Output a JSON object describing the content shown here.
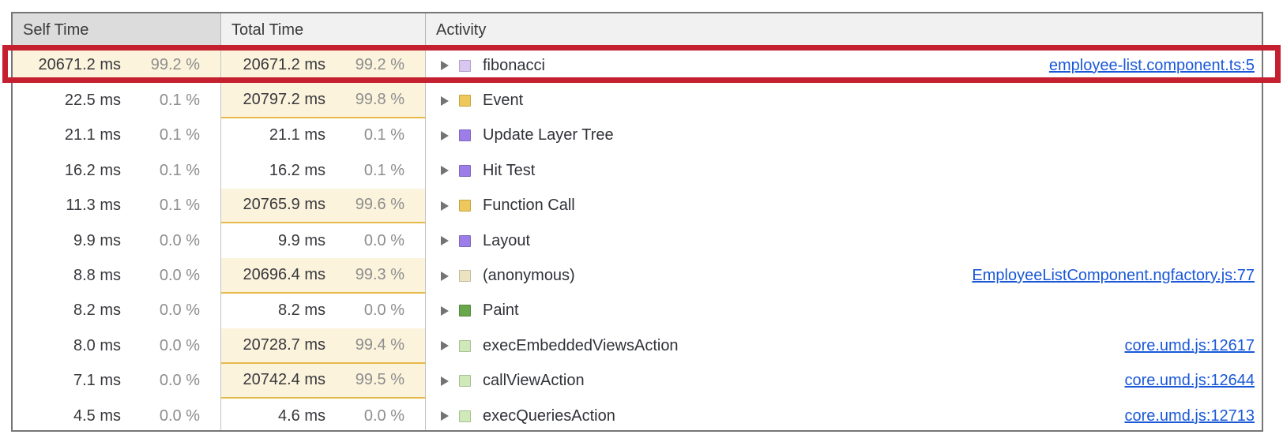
{
  "colors": {
    "highlight_cell_bg": "#fbf3dc",
    "highlight_cell_underline": "#e6ba4a",
    "annotation_red": "#c4202f",
    "link_blue": "#1a58d8"
  },
  "table": {
    "columns": [
      {
        "label": "Self Time"
      },
      {
        "label": "Total Time"
      },
      {
        "label": "Activity"
      }
    ],
    "rows": [
      {
        "self_ms": "20671.2 ms",
        "self_pct": "99.2 %",
        "self_highlight": true,
        "total_ms": "20671.2 ms",
        "total_pct": "99.2 %",
        "total_highlight": true,
        "activity": "fibonacci",
        "swatch_color": "#d9c6f1",
        "link": "employee-list.component.ts:5",
        "annotated": true
      },
      {
        "self_ms": "22.5 ms",
        "self_pct": "0.1 %",
        "self_highlight": false,
        "total_ms": "20797.2 ms",
        "total_pct": "99.8 %",
        "total_highlight": true,
        "activity": "Event",
        "swatch_color": "#efc85b",
        "link": ""
      },
      {
        "self_ms": "21.1 ms",
        "self_pct": "0.1 %",
        "self_highlight": false,
        "total_ms": "21.1 ms",
        "total_pct": "0.1 %",
        "total_highlight": false,
        "activity": "Update Layer Tree",
        "swatch_color": "#9d7ee8",
        "link": ""
      },
      {
        "self_ms": "16.2 ms",
        "self_pct": "0.1 %",
        "self_highlight": false,
        "total_ms": "16.2 ms",
        "total_pct": "0.1 %",
        "total_highlight": false,
        "activity": "Hit Test",
        "swatch_color": "#9d7ee8",
        "link": ""
      },
      {
        "self_ms": "11.3 ms",
        "self_pct": "0.1 %",
        "self_highlight": false,
        "total_ms": "20765.9 ms",
        "total_pct": "99.6 %",
        "total_highlight": true,
        "activity": "Function Call",
        "swatch_color": "#efc85b",
        "link": ""
      },
      {
        "self_ms": "9.9 ms",
        "self_pct": "0.0 %",
        "self_highlight": false,
        "total_ms": "9.9 ms",
        "total_pct": "0.0 %",
        "total_highlight": false,
        "activity": "Layout",
        "swatch_color": "#9d7ee8",
        "link": ""
      },
      {
        "self_ms": "8.8 ms",
        "self_pct": "0.0 %",
        "self_highlight": false,
        "total_ms": "20696.4 ms",
        "total_pct": "99.3 %",
        "total_highlight": true,
        "activity": "(anonymous)",
        "swatch_color": "#ece3c1",
        "link": "EmployeeListComponent.ngfactory.js:77"
      },
      {
        "self_ms": "8.2 ms",
        "self_pct": "0.0 %",
        "self_highlight": false,
        "total_ms": "8.2 ms",
        "total_pct": "0.0 %",
        "total_highlight": false,
        "activity": "Paint",
        "swatch_color": "#69a74d",
        "link": ""
      },
      {
        "self_ms": "8.0 ms",
        "self_pct": "0.0 %",
        "self_highlight": false,
        "total_ms": "20728.7 ms",
        "total_pct": "99.4 %",
        "total_highlight": true,
        "activity": "execEmbeddedViewsAction",
        "swatch_color": "#cfe9b8",
        "link": "core.umd.js:12617"
      },
      {
        "self_ms": "7.1 ms",
        "self_pct": "0.0 %",
        "self_highlight": false,
        "total_ms": "20742.4 ms",
        "total_pct": "99.5 %",
        "total_highlight": true,
        "activity": "callViewAction",
        "swatch_color": "#cfe9b8",
        "link": "core.umd.js:12644"
      },
      {
        "self_ms": "4.5 ms",
        "self_pct": "0.0 %",
        "self_highlight": false,
        "total_ms": "4.6 ms",
        "total_pct": "0.0 %",
        "total_highlight": false,
        "activity": "execQueriesAction",
        "swatch_color": "#cfe9b8",
        "link": "core.umd.js:12713"
      }
    ]
  }
}
